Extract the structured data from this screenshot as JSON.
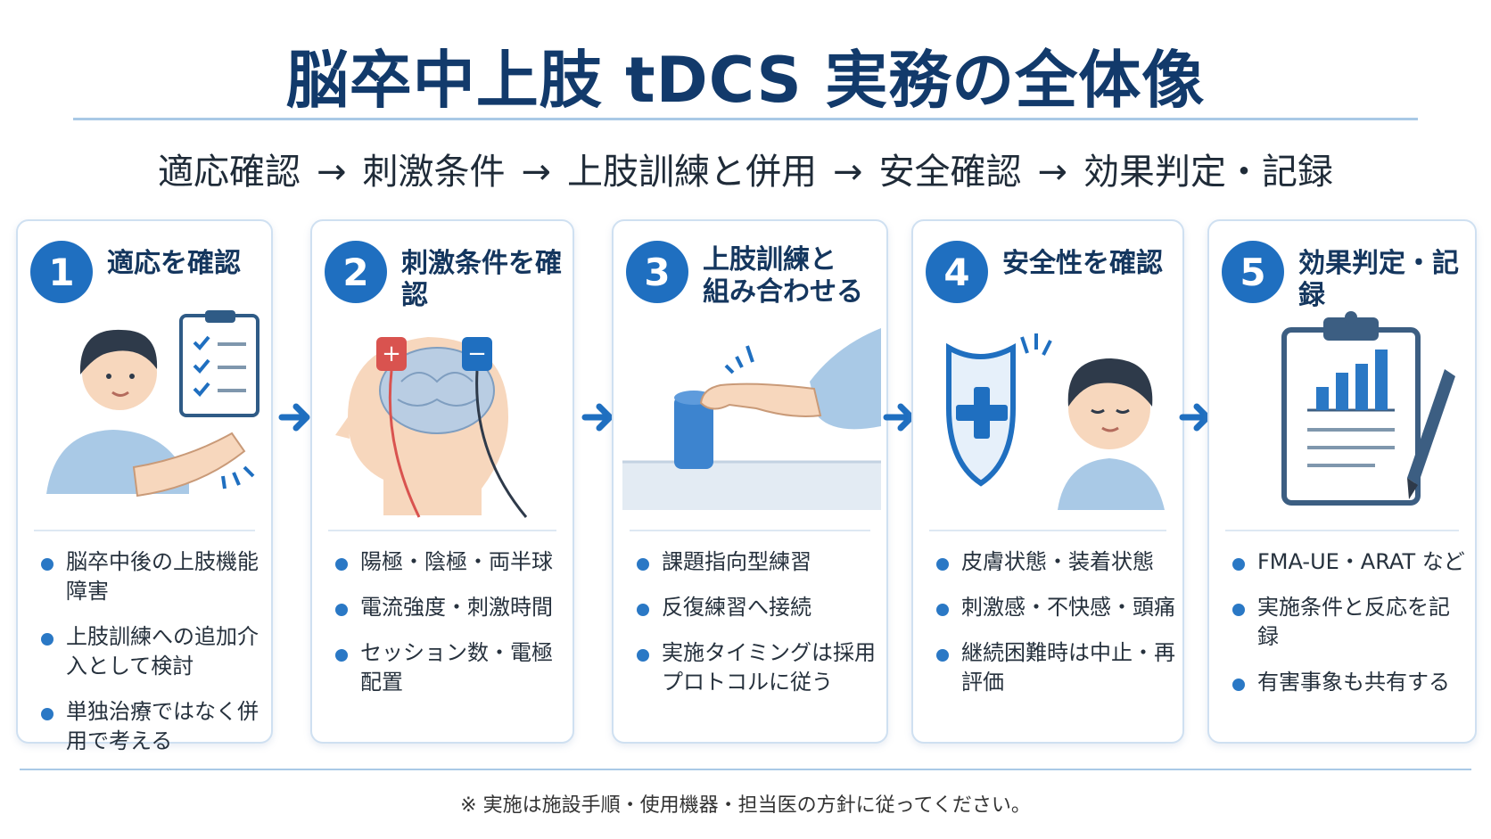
{
  "title": "脳卒中上肢 tDCS 実務の全体像",
  "flow": {
    "steps": [
      "適応確認",
      "刺激条件",
      "上肢訓練と併用",
      "安全確認",
      "効果判定・記録"
    ],
    "arrow": "→"
  },
  "cards": [
    {
      "number": "1",
      "title": "適応を確認",
      "bullets": [
        "脳卒中後の上肢機能障害",
        "上肢訓練への追加介入として検討",
        "単独治療ではなく併用で考える"
      ]
    },
    {
      "number": "2",
      "title": "刺激条件を確認",
      "electrodes": {
        "anode": "+",
        "cathode": "−"
      },
      "bullets": [
        "陽極・陰極・両半球",
        "電流強度・刺激時間",
        "セッション数・電極配置"
      ]
    },
    {
      "number": "3",
      "title_line1": "上肢訓練と",
      "title_line2": "組み合わせる",
      "bullets": [
        "課題指向型練習",
        "反復練習へ接続",
        "実施タイミングは採用プロトコルに従う"
      ]
    },
    {
      "number": "4",
      "title": "安全性を確認",
      "bullets": [
        "皮膚状態・装着状態",
        "刺激感・不快感・頭痛",
        "継続困難時は中止・再評価"
      ]
    },
    {
      "number": "5",
      "title": "効果判定・記録",
      "bullets": [
        "FMA-UE・ARAT など",
        "実施条件と反応を記録",
        "有害事象も共有する"
      ]
    }
  ],
  "note": "※ 実施は施設手順・使用機器・担当医の方針に従ってください。",
  "colors": {
    "accent": "#1f6fc0",
    "title": "#123a6b",
    "light_blue": "#a9c9e6",
    "skin": "#f7d7bd",
    "red": "#d9534f"
  }
}
